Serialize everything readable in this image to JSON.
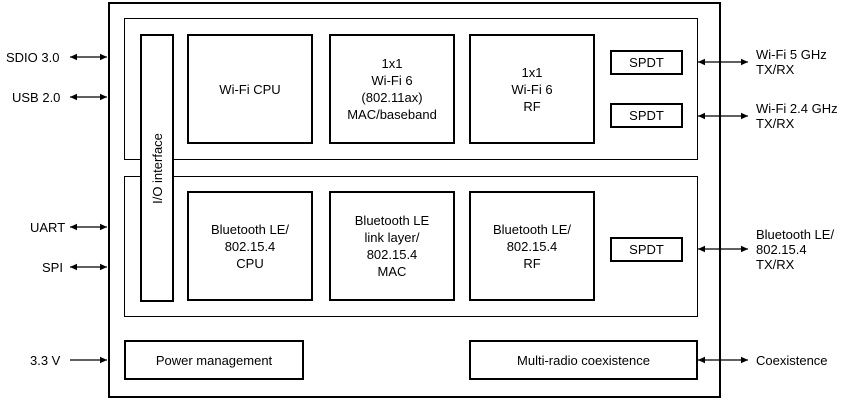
{
  "blocks": {
    "io_interface": "I/O interface",
    "wifi_cpu": "Wi-Fi CPU",
    "wifi_mac": [
      "1x1",
      "Wi-Fi 6",
      "(802.11ax)",
      "MAC/baseband"
    ],
    "wifi_rf": [
      "1x1",
      "Wi-Fi 6",
      "RF"
    ],
    "spdt_wifi5": "SPDT",
    "spdt_wifi24": "SPDT",
    "bt_cpu": [
      "Bluetooth LE/",
      "802.15.4",
      "CPU"
    ],
    "bt_link": [
      "Bluetooth LE",
      "link layer/",
      "802.15.4",
      "MAC"
    ],
    "bt_rf": [
      "Bluetooth LE/",
      "802.15.4",
      "RF"
    ],
    "spdt_bt": "SPDT",
    "power_mgmt": "Power management",
    "coex": "Multi-radio coexistence"
  },
  "left_signals": {
    "sdio": "SDIO 3.0",
    "usb": "USB 2.0",
    "uart": "UART",
    "spi": "SPI",
    "power": "3.3 V"
  },
  "right_signals": {
    "wifi5": [
      "Wi-Fi 5 GHz",
      "TX/RX"
    ],
    "wifi24": [
      "Wi-Fi 2.4 GHz",
      "TX/RX"
    ],
    "bt": [
      "Bluetooth LE/",
      "802.15.4",
      "TX/RX"
    ],
    "coex": "Coexistence"
  }
}
